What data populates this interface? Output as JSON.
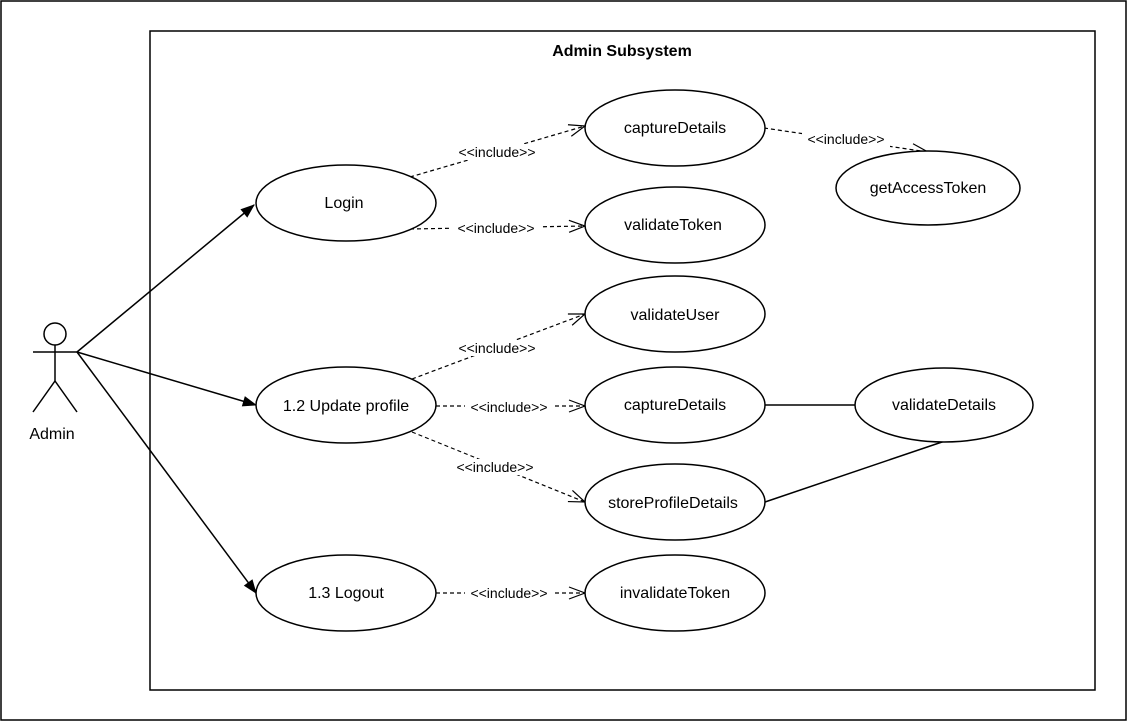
{
  "diagram": {
    "system_title": "Admin Subsystem",
    "actor": {
      "name": "Admin"
    },
    "include_label": "<<include>>",
    "use_cases": {
      "login": "Login",
      "update_profile": "1.2 Update profile",
      "logout": "1.3 Logout",
      "capture_details_1": "captureDetails",
      "get_access_token": "getAccessToken",
      "validate_token": "validateToken",
      "validate_user": "validateUser",
      "capture_details_2": "captureDetails",
      "validate_details": "validateDetails",
      "store_profile_details": "storeProfileDetails",
      "invalidate_token": "invalidateToken"
    }
  }
}
